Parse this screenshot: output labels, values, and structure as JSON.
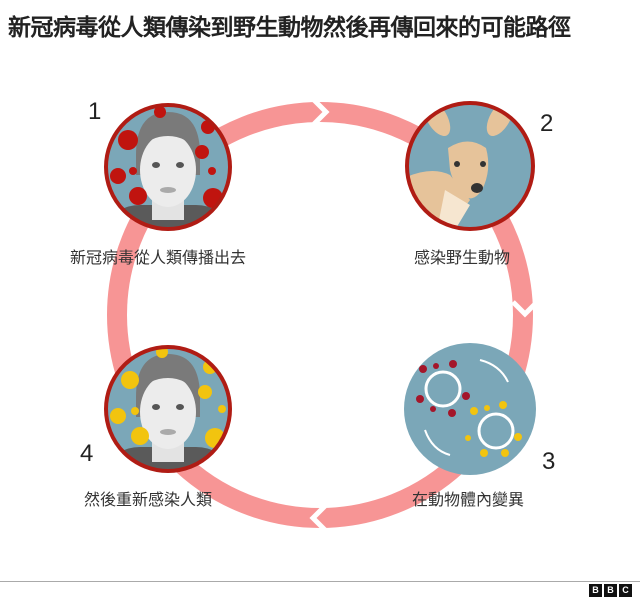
{
  "title": "新冠病毒從人類傳染到野生動物然後再傳回來的可能路徑",
  "steps": [
    {
      "number": "1",
      "label": "新冠病毒從人類傳播出去",
      "icon": "infected-human-icon"
    },
    {
      "number": "2",
      "label": "感染野生動物",
      "icon": "deer-icon"
    },
    {
      "number": "3",
      "label": "在動物體內變異",
      "icon": "virus-mutation-icon"
    },
    {
      "number": "4",
      "label": "然後重新感染人類",
      "icon": "reinfected-human-icon"
    }
  ],
  "colors": {
    "ring": "#f79595",
    "circle_bg": "#7ba7b8",
    "circle_border": "#b01c14",
    "virus_red": "#c0140f",
    "virus_yellow": "#f2c40f"
  },
  "footer": {
    "logo": [
      "B",
      "B",
      "C"
    ]
  }
}
